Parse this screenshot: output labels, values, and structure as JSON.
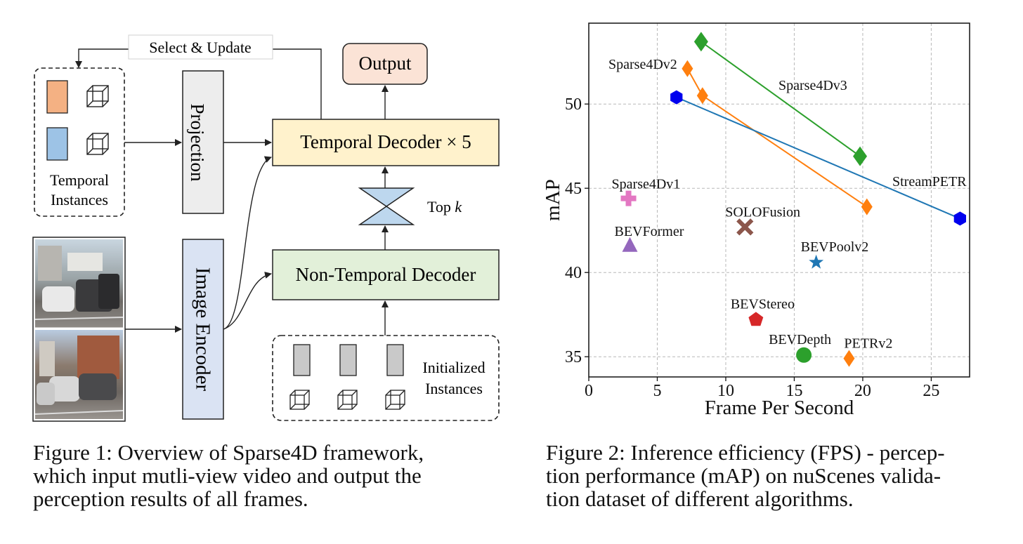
{
  "figure1": {
    "select_update": "Select & Update",
    "output": "Output",
    "projection": "Projection",
    "temporal_decoder": "Temporal Decoder × 5",
    "top_k_prefix": "Top ",
    "top_k_var": "k",
    "non_temporal_decoder": "Non-Temporal Decoder",
    "image_encoder": "Image Encoder",
    "temporal_instances_line1": "Temporal",
    "temporal_instances_line2": "Instances",
    "initialized_line1": "Initialized",
    "initialized_line2": "Instances",
    "colors": {
      "output_fill": "#fbe3d6",
      "temporal_decoder_fill": "#fff2cc",
      "non_temporal_decoder_fill": "#e2f0d9",
      "image_encoder_fill": "#dae3f3",
      "projection_fill": "#ededed",
      "instance_orange": "#f4b183",
      "instance_blue": "#9dc3e6",
      "instance_gray": "#c9c9c9",
      "topk_fill": "#bdd7ee"
    }
  },
  "chart_data": {
    "type": "scatter",
    "xlabel": "Frame Per Second",
    "ylabel": "mAP",
    "xlim": [
      0,
      27.8
    ],
    "ylim": [
      33.8,
      54.8
    ],
    "xticks": [
      0,
      5,
      10,
      15,
      20,
      25
    ],
    "yticks": [
      35,
      40,
      45,
      50
    ],
    "grid": true,
    "lines": [
      {
        "name": "Sparse4Dv3",
        "color": "#2ca02c",
        "marker": "diamond-big",
        "points": [
          [
            8.2,
            53.7
          ],
          [
            19.8,
            46.9
          ]
        ]
      },
      {
        "name": "Sparse4Dv2",
        "color": "#ff7f0e",
        "marker": "diamond",
        "points": [
          [
            7.2,
            52.1
          ],
          [
            8.3,
            50.5
          ],
          [
            20.3,
            43.9
          ]
        ]
      },
      {
        "name": "StreamPETR",
        "color": "#1f77b4",
        "marker_color": "#0000ee",
        "marker": "hexagon",
        "points": [
          [
            6.4,
            50.4
          ],
          [
            27.1,
            43.2
          ]
        ]
      }
    ],
    "points": [
      {
        "name": "Sparse4Dv1",
        "x": 2.9,
        "y": 44.4,
        "color": "#e377c2",
        "marker": "plus"
      },
      {
        "name": "BEVFormer",
        "x": 3.0,
        "y": 41.6,
        "color": "#9467bd",
        "marker": "triangle"
      },
      {
        "name": "SOLOFusion",
        "x": 11.4,
        "y": 42.7,
        "color": "#8c564b",
        "marker": "x"
      },
      {
        "name": "BEVPoolv2",
        "x": 16.6,
        "y": 40.6,
        "color": "#1f77b4",
        "marker": "star"
      },
      {
        "name": "BEVStereo",
        "x": 12.2,
        "y": 37.2,
        "color": "#d62728",
        "marker": "pentagon"
      },
      {
        "name": "BEVDepth",
        "x": 15.7,
        "y": 35.1,
        "color": "#2ca02c",
        "marker": "circle"
      },
      {
        "name": "PETRv2",
        "x": 19.0,
        "y": 34.9,
        "color": "#ff7f0e",
        "marker": "diamond"
      }
    ]
  },
  "captions": {
    "fig1": [
      "Figure 1:  Overview of Sparse4D framework,",
      "which input mutli-view video and output the",
      "perception results of all frames."
    ],
    "fig2": [
      "Figure 2: Inference efficiency (FPS) - percep-",
      "tion performance (mAP) on nuScenes valida-",
      "tion dataset of different algorithms."
    ]
  }
}
